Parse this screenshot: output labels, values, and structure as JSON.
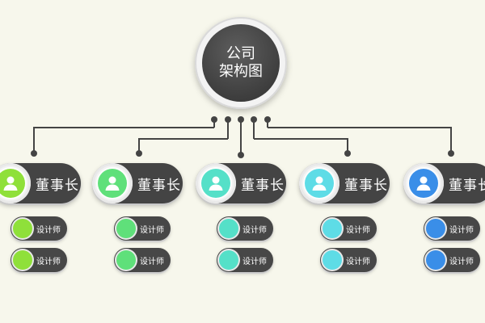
{
  "root": {
    "line1": "公司",
    "line2": "架构图"
  },
  "groups": [
    {
      "title": "董事长",
      "color": "#8fe03a",
      "subs": [
        "设计师",
        "设计师"
      ]
    },
    {
      "title": "董事长",
      "color": "#5fe07a",
      "subs": [
        "设计师",
        "设计师"
      ]
    },
    {
      "title": "董事长",
      "color": "#55e0c8",
      "subs": [
        "设计师",
        "设计师"
      ]
    },
    {
      "title": "董事长",
      "color": "#5edce6",
      "subs": [
        "设计师",
        "设计师"
      ]
    },
    {
      "title": "董事长",
      "color": "#3a8ee8",
      "subs": [
        "设计师",
        "设计师"
      ]
    }
  ],
  "icons": {
    "avatar": "user-avatar-icon"
  },
  "colors": {
    "line": "#444444",
    "pill": "#444444",
    "background": "#f7f7ec"
  }
}
